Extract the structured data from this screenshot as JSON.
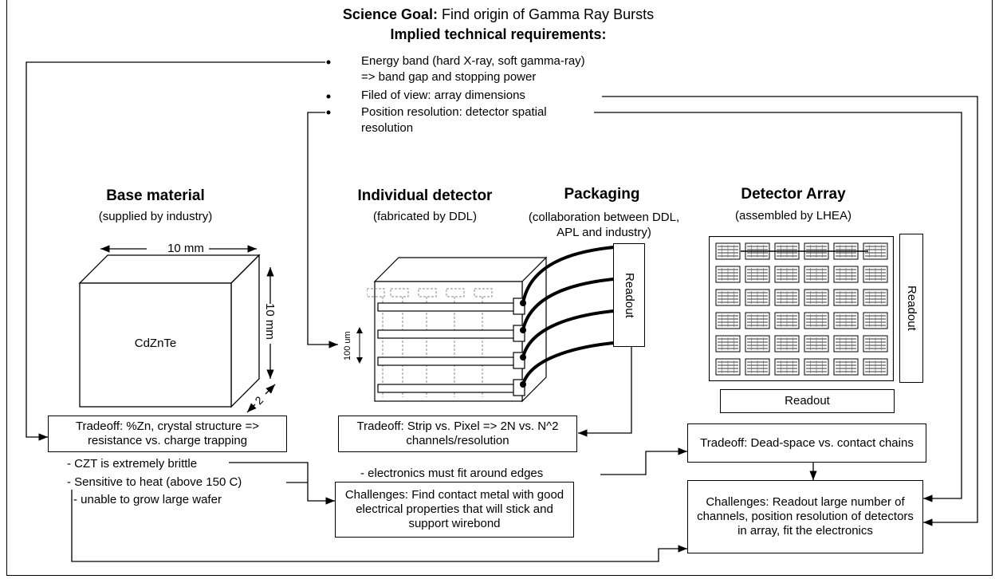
{
  "header": {
    "goal_label": "Science Goal:",
    "goal_text": " Find origin of Gamma Ray Bursts",
    "requirements_title": "Implied technical requirements:",
    "requirements": [
      "Energy band (hard X-ray, soft gamma-ray)",
      "=> band gap and stopping power",
      "Filed of view: array dimensions",
      "Position resolution: detector spatial",
      "resolution"
    ]
  },
  "base_material": {
    "title": "Base material",
    "subtitle": "(supplied by industry)",
    "dim_width": "10 mm",
    "dim_height": "10 mm",
    "dim_depth": "2",
    "crystal_label": "CdZnTe",
    "tradeoff": "Tradeoff: %Zn, crystal structure => resistance vs. charge trapping",
    "notes": [
      "- CZT is extremely brittle",
      "- Sensitive to heat (above 150 C)",
      "- unable to grow large wafer"
    ]
  },
  "individual_detector": {
    "title": "Individual detector",
    "subtitle": "(fabricated by DDL)",
    "pitch_label": "100 um",
    "tradeoff": "Tradeoff: Strip vs. Pixel => 2N vs. N^2 channels/resolution"
  },
  "packaging": {
    "title": "Packaging",
    "subtitle_1": "(collaboration between DDL,",
    "subtitle_2": "APL and industry)",
    "readout": "Readout",
    "note": "- electronics must fit around edges"
  },
  "detector_array": {
    "title": "Detector Array",
    "subtitle": "(assembled by LHEA)",
    "readout_side": "Readout",
    "readout_bottom": "Readout",
    "tradeoff": "Tradeoff: Dead-space vs. contact chains"
  },
  "challenges": {
    "contact_metal": "Challenges: Find contact metal with good electrical properties that will stick and support wirebond",
    "readout": "Challenges: Readout large number of channels, position resolution of detectors in array, fit the electronics"
  }
}
